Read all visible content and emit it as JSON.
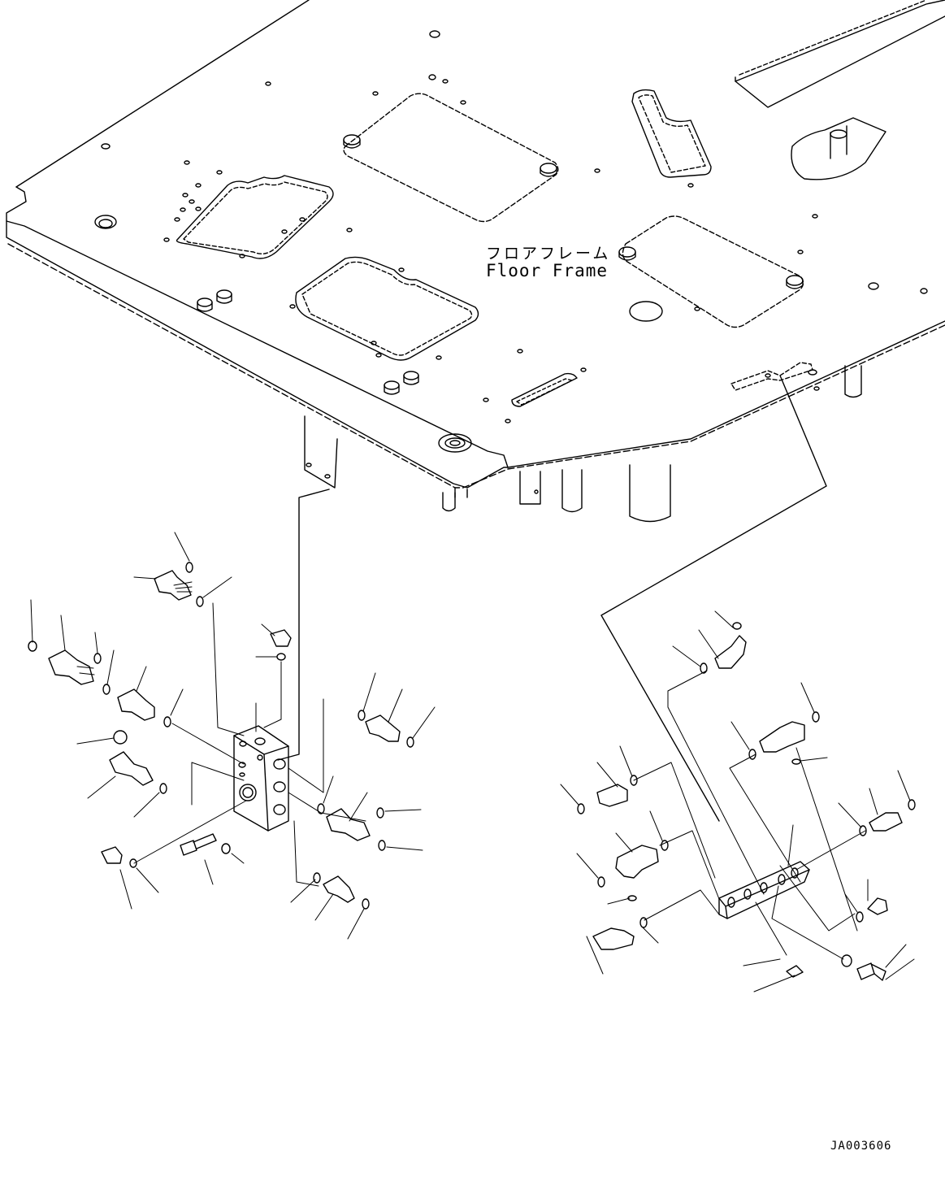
{
  "floor_frame": {
    "label_jp": "フロアフレーム",
    "label_en": "Floor Frame"
  },
  "drawing_code": "JA003606",
  "line_color": "#000000",
  "background": "#ffffff"
}
